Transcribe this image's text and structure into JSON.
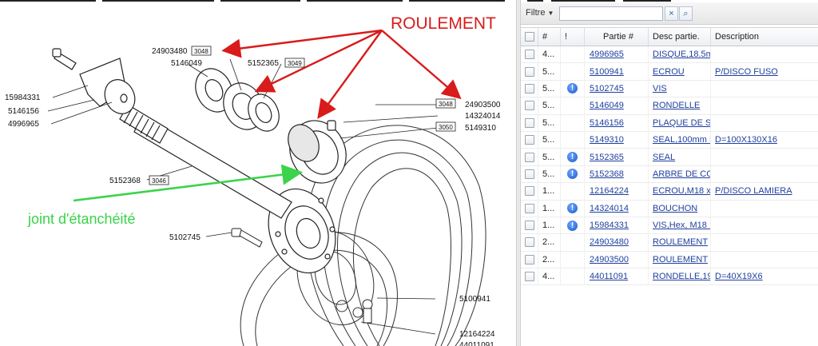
{
  "diagram": {
    "callout_bearing": "ROULEMENT",
    "callout_seal": "joint d'étanchéité",
    "labels": {
      "p24903480": "24903480",
      "t3048a": "3048",
      "p5146049": "5146049",
      "p5152365": "5152365",
      "t3049": "3049",
      "p15984331": "15984331",
      "p5146156": "5146156",
      "p4996965": "4996965",
      "t3048b": "3048",
      "p24903500": "24903500",
      "p14324014": "14324014",
      "t3050": "3050",
      "p5149310": "5149310",
      "p5152368": "5152368",
      "t3046": "3046",
      "p5102745": "5102745",
      "p5100941": "5100941",
      "p12164224": "12164224",
      "p44011091": "44011091"
    },
    "colors": {
      "callout_red": "#d81b1b",
      "callout_green": "#3ad34a"
    }
  },
  "panel": {
    "filter_label": "Filtre",
    "filter_value": "",
    "clear_glyph": "×",
    "search_glyph": "⌕",
    "columns": [
      "#",
      "!",
      "Partie #",
      "Desc partie.",
      "Description"
    ],
    "rows": [
      {
        "num": "4...",
        "alert": false,
        "part": "4996965",
        "desc": "DISQUE,18.5m",
        "description": ""
      },
      {
        "num": "5...",
        "alert": false,
        "part": "5100941",
        "desc": "ECROU",
        "description": "P/DISCO FUSO"
      },
      {
        "num": "5...",
        "alert": true,
        "part": "5102745",
        "desc": "VIS",
        "description": ""
      },
      {
        "num": "5...",
        "alert": false,
        "part": "5146049",
        "desc": "RONDELLE",
        "description": ""
      },
      {
        "num": "5...",
        "alert": false,
        "part": "5146156",
        "desc": "PLAQUE DE S",
        "description": ""
      },
      {
        "num": "5...",
        "alert": false,
        "part": "5149310",
        "desc": "SEAL,100mm I",
        "description": "D=100X130X16"
      },
      {
        "num": "5...",
        "alert": true,
        "part": "5152365",
        "desc": "SEAL",
        "description": ""
      },
      {
        "num": "5...",
        "alert": true,
        "part": "5152368",
        "desc": "ARBRE DE CC",
        "description": ""
      },
      {
        "num": "1...",
        "alert": false,
        "part": "12164224",
        "desc": "ECROU,M18 x",
        "description": "P/DISCO LAMIERA"
      },
      {
        "num": "1...",
        "alert": true,
        "part": "14324014",
        "desc": "BOUCHON",
        "description": ""
      },
      {
        "num": "1...",
        "alert": true,
        "part": "15984331",
        "desc": "VIS,Hex, M18 :",
        "description": ""
      },
      {
        "num": "2...",
        "alert": false,
        "part": "24903480",
        "desc": "ROULEMENT",
        "description": ""
      },
      {
        "num": "2...",
        "alert": false,
        "part": "24903500",
        "desc": "ROULEMENT",
        "description": ""
      },
      {
        "num": "4...",
        "alert": false,
        "part": "44011091",
        "desc": "RONDELLE,19",
        "description": "D=40X19X6"
      }
    ],
    "info_glyph": "!"
  }
}
